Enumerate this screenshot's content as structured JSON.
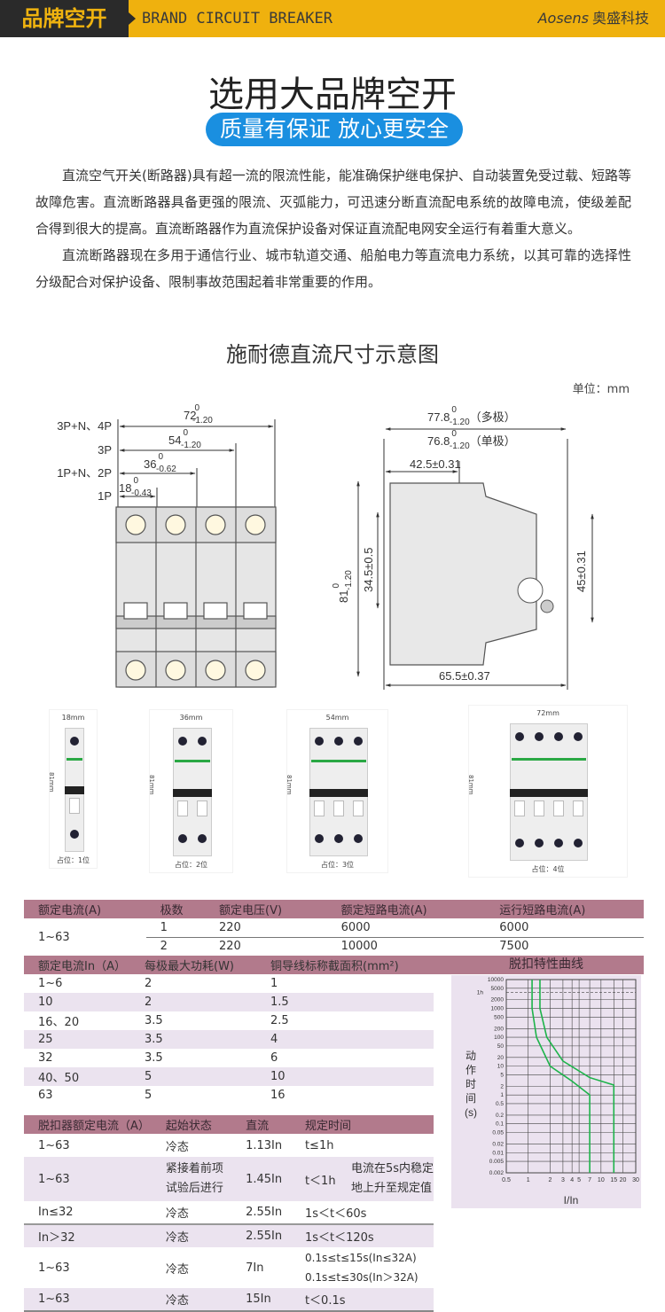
{
  "header": {
    "cn_label": "品牌空开",
    "en_label": "BRAND CIRCUIT BREAKER",
    "brand_en": "Aosens",
    "brand_cn": "奥盛科技",
    "colors": {
      "yellow": "#efb10e",
      "dark": "#2a2a2a"
    }
  },
  "hero": {
    "title": "选用大品牌空开",
    "slogan": "质量有保证 放心更安全",
    "slogan_color": "#1a8fe0"
  },
  "intro": {
    "paragraphs": [
      "直流空气开关(断路器)具有超一流的限流性能，能准确保护继电保护、自动装置免受过载、短路等故障危害。直流断路器具备更强的限流、灭弧能力，可迅速分断直流配电系统的故障电流，使级差配合得到很大的提高。直流断路器作为直流保护设备对保证直流配电网安全运行有着重大意义。",
      "直流断路器现在多用于通信行业、城市轨道交通、船舶电力等直流电力系统，以其可靠的选择性分级配合对保护设备、限制事故范围起着非常重要的作用。"
    ]
  },
  "dimensions": {
    "title": "施耐德直流尺寸示意图",
    "unit": "单位：mm",
    "front": {
      "rows": [
        "3P+N、4P",
        "3P",
        "1P+N、2P",
        "1P"
      ],
      "dims": [
        {
          "v": "72",
          "up": "0",
          "lo": "-1.20"
        },
        {
          "v": "54",
          "up": "0",
          "lo": "-1.20"
        },
        {
          "v": "36",
          "up": "0",
          "lo": "-0.62"
        },
        {
          "v": "18",
          "up": "0",
          "lo": "-0.43"
        }
      ]
    },
    "side": {
      "multi": {
        "v": "77.8",
        "up": "0",
        "lo": "-1.20",
        "note": "（多极）"
      },
      "single": {
        "v": "76.8",
        "up": "0",
        "lo": "-1.20",
        "note": "（单极）"
      },
      "d1": "42.5±0.31",
      "d2": "34.5±0.5",
      "height": {
        "v": "81",
        "up": "0",
        "lo": "-1.20"
      },
      "d3": "45±0.31",
      "d4": "65.5±0.37"
    }
  },
  "photos": [
    {
      "width": "18mm",
      "height": "81mm",
      "slots": "占位：1位",
      "poles": 1
    },
    {
      "width": "36mm",
      "height": "81mm",
      "slots": "占位：2位",
      "poles": 2
    },
    {
      "width": "54mm",
      "height": "81mm",
      "slots": "占位：3位",
      "poles": 3
    },
    {
      "width": "72mm",
      "height": "81mm",
      "slots": "占位：4位",
      "poles": 4
    }
  ],
  "table1": {
    "headers": [
      "额定电流(A)",
      "极数",
      "额定电压(V)",
      "额定短路电流(A)",
      "运行短路电流(A)"
    ],
    "current": "1~63",
    "rows": [
      [
        "1",
        "220",
        "6000",
        "6000"
      ],
      [
        "2",
        "220",
        "10000",
        "7500"
      ]
    ]
  },
  "table2": {
    "headers": [
      "额定电流In（A）",
      "每极最大功耗(W)",
      "铜导线标称截面积(mm²)"
    ],
    "rows": [
      [
        "1~6",
        "2",
        "1"
      ],
      [
        "10",
        "2",
        "1.5"
      ],
      [
        "16、20",
        "3.5",
        "2.5"
      ],
      [
        "25",
        "3.5",
        "4"
      ],
      [
        "32",
        "3.5",
        "6"
      ],
      [
        "40、50",
        "5",
        "10"
      ],
      [
        "63",
        "5",
        "16"
      ]
    ]
  },
  "curve": {
    "title": "脱扣特性曲线",
    "ylabel": [
      "动",
      "作",
      "时",
      "间",
      "(s)"
    ],
    "xlabel": "I/In",
    "yticks": [
      "10000",
      "5000",
      "1h",
      "2000",
      "1000",
      "500",
      "200",
      "100",
      "50",
      "20",
      "10",
      "5",
      "2",
      "1",
      "0.5",
      "0.2",
      "0.1",
      "0.05",
      "0.02",
      "0.01",
      "0.005",
      "0.002"
    ],
    "xticks": [
      "0.5",
      "1",
      "2",
      "3",
      "4",
      "5",
      "7",
      "10",
      "15",
      "20",
      "30"
    ],
    "line_color": "#1db34a"
  },
  "table3": {
    "headers": [
      "脱扣器额定电流（A）",
      "起始状态",
      "直流",
      "规定时间"
    ],
    "rows": [
      {
        "c": [
          "1~63",
          "冷态",
          "1.13In",
          "t≤1h"
        ]
      },
      {
        "c": [
          "1~63",
          "紧接着前项",
          "1.45In",
          "t＜1h"
        ],
        "c2": "试验后进行",
        "note": [
          "电流在5s内稳定",
          "地上升至规定值"
        ]
      },
      {
        "c": [
          "In≤32",
          "冷态",
          "2.55In",
          "1s＜t＜60s"
        ]
      },
      {
        "c": [
          "In＞32",
          "冷态",
          "2.55In",
          "1s＜t＜120s"
        ]
      },
      {
        "c": [
          "1~63",
          "冷态",
          "7In",
          "0.1s≤t≤15s(In≤32A)"
        ],
        "t2": "0.1s≤t≤30s(In＞32A)"
      },
      {
        "c": [
          "1~63",
          "冷态",
          "15In",
          "t＜0.1s"
        ]
      }
    ]
  }
}
